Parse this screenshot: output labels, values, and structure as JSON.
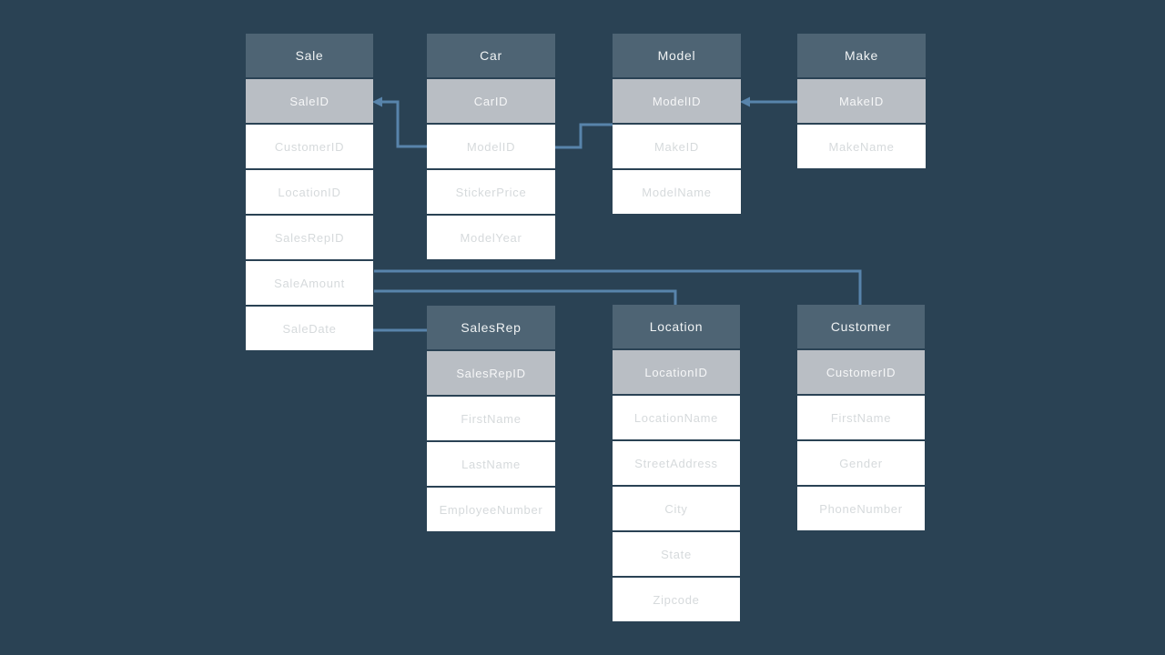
{
  "diagram": {
    "kind": "database-schema",
    "background_color": "#2a4254",
    "connector_color": "#5884ab",
    "header_bg_color": "#4e6474",
    "key_row_bg_color": "#b9bec4",
    "field_row_bg_color": "#ffffff",
    "header_text_color": "#f0f3f4",
    "key_text_color": "#f6f7f8",
    "field_text_color": "#d6dadc"
  },
  "tables": [
    {
      "title": "Sale",
      "key": "SaleID",
      "fields": [
        "CustomerID",
        "LocationID",
        "SalesRepID",
        "SaleAmount",
        "SaleDate"
      ]
    },
    {
      "title": "Car",
      "key": "CarID",
      "fields": [
        "ModelID",
        "StickerPrice",
        "ModelYear"
      ]
    },
    {
      "title": "Model",
      "key": "ModelID",
      "fields": [
        "MakeID",
        "ModelName"
      ]
    },
    {
      "title": "Make",
      "key": "MakeID",
      "fields": [
        "MakeName"
      ]
    },
    {
      "title": "SalesRep",
      "key": "SalesRepID",
      "fields": [
        "FirstName",
        "LastName",
        "EmployeeNumber"
      ]
    },
    {
      "title": "Location",
      "key": "LocationID",
      "fields": [
        "LocationName",
        "StreetAddress",
        "City",
        "State",
        "Zipcode"
      ]
    },
    {
      "title": "Customer",
      "key": "CustomerID",
      "fields": [
        "FirstName",
        "Gender",
        "PhoneNumber"
      ]
    }
  ],
  "relationships": [
    {
      "from": "Sale.SaleID",
      "to": "Car.ModelID",
      "arrow_at": "Sale.SaleID"
    },
    {
      "from": "Car.ModelID",
      "to": "Model.ModelID",
      "arrow_at": null
    },
    {
      "from": "Model.ModelID",
      "to": "Make.MakeID",
      "arrow_at": "Model.ModelID"
    },
    {
      "from": "Sale",
      "to": "Customer",
      "arrow_at": null
    },
    {
      "from": "Sale",
      "to": "Location",
      "arrow_at": null
    },
    {
      "from": "Sale.SaleDate",
      "to": "SalesRep",
      "arrow_at": null
    }
  ]
}
